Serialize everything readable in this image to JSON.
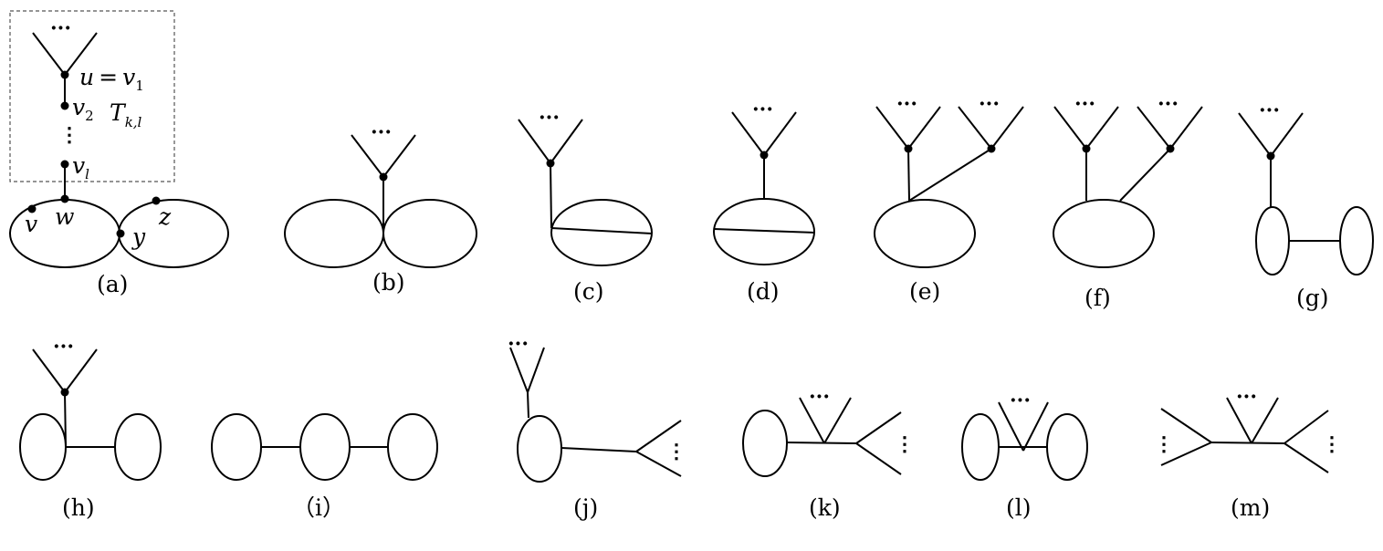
{
  "captions": {
    "a": "(a)",
    "b": "(b)",
    "c": "(c)",
    "d": "(d)",
    "e": "(e)",
    "f": "(f)",
    "g": "(g)",
    "h": "(h)",
    "i": "（i）",
    "j": "(j)",
    "k": "(k)",
    "l": "(l)",
    "m": "(m)"
  },
  "ellipsis": "···",
  "vertical_ellipsis": "⋮",
  "labels": {
    "u": "u",
    "equals": "=",
    "v": "v",
    "one": "1",
    "two": "2",
    "T": "T",
    "k_l": "k,l",
    "l": "l",
    "vertex_v": "v",
    "vertex_w": "w",
    "vertex_y": "y",
    "vertex_z": "z"
  }
}
